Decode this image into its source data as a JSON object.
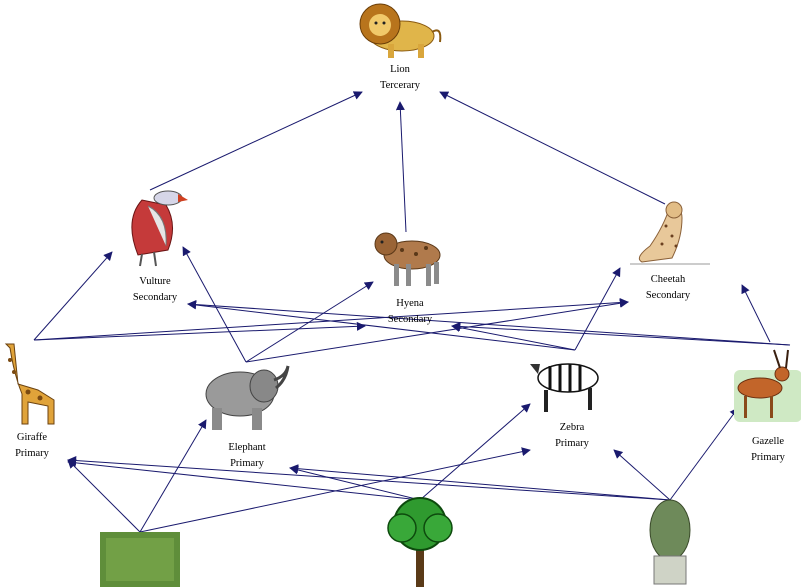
{
  "nodes": [
    {
      "id": "lion",
      "name": "Lion",
      "level": "Tercerary",
      "icon": "lion-icon"
    },
    {
      "id": "vulture",
      "name": "Vulture",
      "level": "Secondary",
      "icon": "vulture-icon"
    },
    {
      "id": "hyena",
      "name": "Hyena",
      "level": "Secondary",
      "icon": "hyena-icon"
    },
    {
      "id": "cheetah",
      "name": "Cheetah",
      "level": "Secondary",
      "icon": "cheetah-icon"
    },
    {
      "id": "giraffe",
      "name": "Giraffe",
      "level": "Primary",
      "icon": "giraffe-icon"
    },
    {
      "id": "elephant",
      "name": "Elephant",
      "level": "Primary",
      "icon": "elephant-icon"
    },
    {
      "id": "zebra",
      "name": "Zebra",
      "level": "Primary",
      "icon": "zebra-icon"
    },
    {
      "id": "gazelle",
      "name": "Gazelle",
      "level": "Primary",
      "icon": "gazelle-icon"
    },
    {
      "id": "grass",
      "name": "",
      "level": "",
      "icon": "grass-icon"
    },
    {
      "id": "tree",
      "name": "",
      "level": "",
      "icon": "tree-icon"
    },
    {
      "id": "shrub",
      "name": "",
      "level": "",
      "icon": "potted-shrub-icon"
    }
  ],
  "edges": [
    {
      "from": "vulture",
      "to": "lion"
    },
    {
      "from": "hyena",
      "to": "lion"
    },
    {
      "from": "cheetah",
      "to": "lion"
    },
    {
      "from": "giraffe",
      "to": "vulture"
    },
    {
      "from": "giraffe",
      "to": "hyena"
    },
    {
      "from": "giraffe",
      "to": "cheetah"
    },
    {
      "from": "elephant",
      "to": "vulture"
    },
    {
      "from": "elephant",
      "to": "hyena"
    },
    {
      "from": "elephant",
      "to": "cheetah"
    },
    {
      "from": "zebra",
      "to": "vulture"
    },
    {
      "from": "zebra",
      "to": "hyena"
    },
    {
      "from": "zebra",
      "to": "cheetah"
    },
    {
      "from": "gazelle",
      "to": "vulture"
    },
    {
      "from": "gazelle",
      "to": "hyena"
    },
    {
      "from": "gazelle",
      "to": "cheetah"
    },
    {
      "from": "grass",
      "to": "giraffe"
    },
    {
      "from": "grass",
      "to": "elephant"
    },
    {
      "from": "grass",
      "to": "zebra"
    },
    {
      "from": "tree",
      "to": "giraffe"
    },
    {
      "from": "tree",
      "to": "elephant"
    },
    {
      "from": "tree",
      "to": "zebra"
    },
    {
      "from": "shrub",
      "to": "giraffe"
    },
    {
      "from": "shrub",
      "to": "elephant"
    },
    {
      "from": "shrub",
      "to": "zebra"
    },
    {
      "from": "shrub",
      "to": "gazelle"
    }
  ],
  "colors": {
    "arrow": "#1a1a6e",
    "background": "#ffffff"
  }
}
